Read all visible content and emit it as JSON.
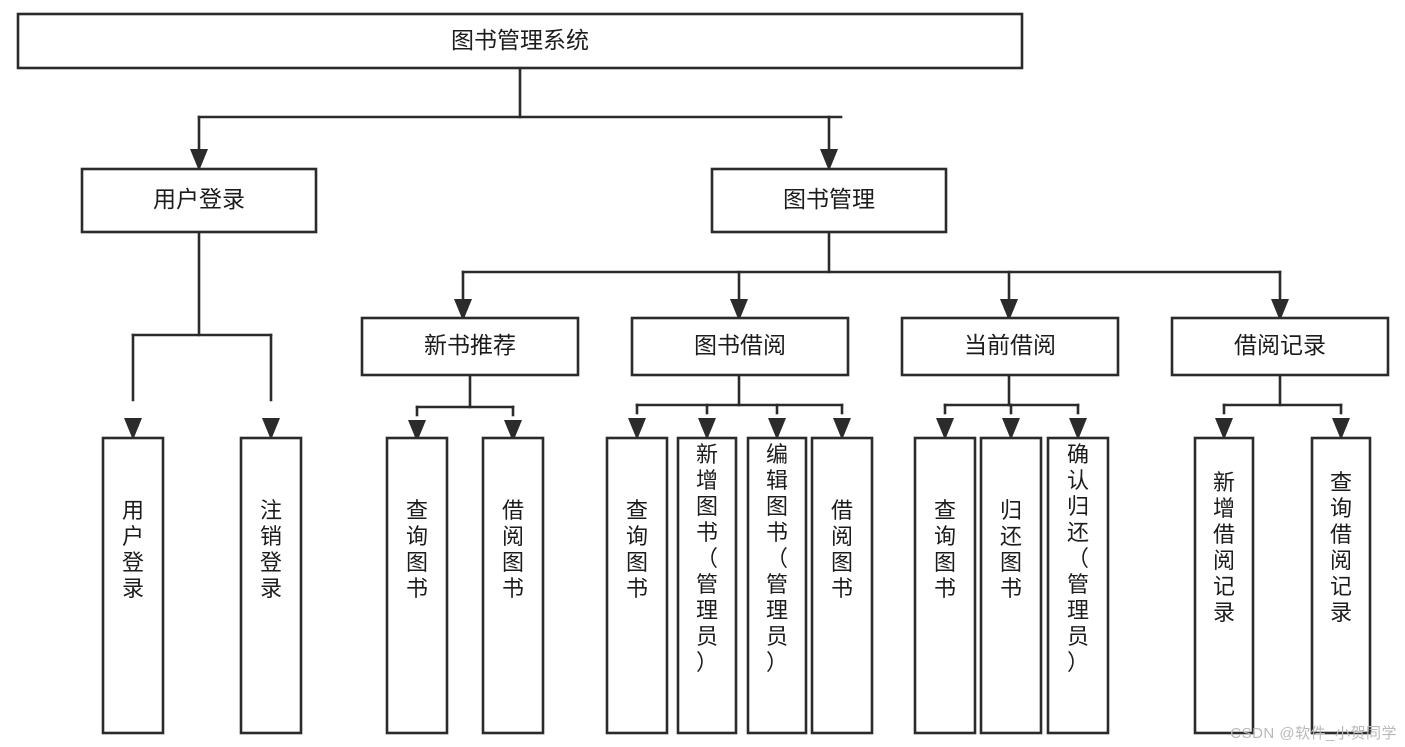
{
  "diagram": {
    "type": "tree-hierarchy",
    "title": "图书管理系统",
    "root": {
      "id": "root",
      "label": "图书管理系统",
      "orientation": "horizontal"
    },
    "level2": [
      {
        "id": "user-login",
        "label": "用户登录",
        "orientation": "horizontal"
      },
      {
        "id": "book-manage",
        "label": "图书管理",
        "orientation": "horizontal"
      }
    ],
    "level3": [
      {
        "id": "new-book-recommend",
        "label": "新书推荐",
        "orientation": "horizontal",
        "parent": "book-manage"
      },
      {
        "id": "book-borrow",
        "label": "图书借阅",
        "orientation": "horizontal",
        "parent": "book-manage"
      },
      {
        "id": "current-borrow",
        "label": "当前借阅",
        "orientation": "horizontal",
        "parent": "book-manage"
      },
      {
        "id": "borrow-record",
        "label": "借阅记录",
        "orientation": "horizontal",
        "parent": "book-manage"
      }
    ],
    "leaves": [
      {
        "id": "leaf-user-login",
        "label": "用户登录",
        "orientation": "vertical",
        "parent": "user-login"
      },
      {
        "id": "leaf-logout",
        "label": "注销登录",
        "orientation": "vertical",
        "parent": "user-login"
      },
      {
        "id": "leaf-query-book-1",
        "label": "查询图书",
        "orientation": "vertical",
        "parent": "new-book-recommend"
      },
      {
        "id": "leaf-borrow-book-1",
        "label": "借阅图书",
        "orientation": "vertical",
        "parent": "new-book-recommend"
      },
      {
        "id": "leaf-query-book-2",
        "label": "查询图书",
        "orientation": "vertical",
        "parent": "book-borrow"
      },
      {
        "id": "leaf-add-book",
        "label": "新增图书（管理员）",
        "orientation": "vertical",
        "parent": "book-borrow"
      },
      {
        "id": "leaf-edit-book",
        "label": "编辑图书（管理员）",
        "orientation": "vertical",
        "parent": "book-borrow"
      },
      {
        "id": "leaf-borrow-book-2",
        "label": "借阅图书",
        "orientation": "vertical",
        "parent": "book-borrow"
      },
      {
        "id": "leaf-query-book-3",
        "label": "查询图书",
        "orientation": "vertical",
        "parent": "current-borrow"
      },
      {
        "id": "leaf-return-book",
        "label": "归还图书",
        "orientation": "vertical",
        "parent": "current-borrow"
      },
      {
        "id": "leaf-confirm-return",
        "label": "确认归还（管理员）",
        "orientation": "vertical",
        "parent": "current-borrow"
      },
      {
        "id": "leaf-add-record",
        "label": "新增借阅记录",
        "orientation": "vertical",
        "parent": "borrow-record"
      },
      {
        "id": "leaf-query-record",
        "label": "查询借阅记录",
        "orientation": "vertical",
        "parent": "borrow-record"
      }
    ],
    "colors": {
      "stroke": "#2b2b2b",
      "box_fill": "#ffffff",
      "text": "#1c1c1c",
      "background": "#ffffff",
      "watermark": "#b9b9b9"
    }
  },
  "watermark": {
    "text": "CSDN @软件_小贺同学"
  }
}
